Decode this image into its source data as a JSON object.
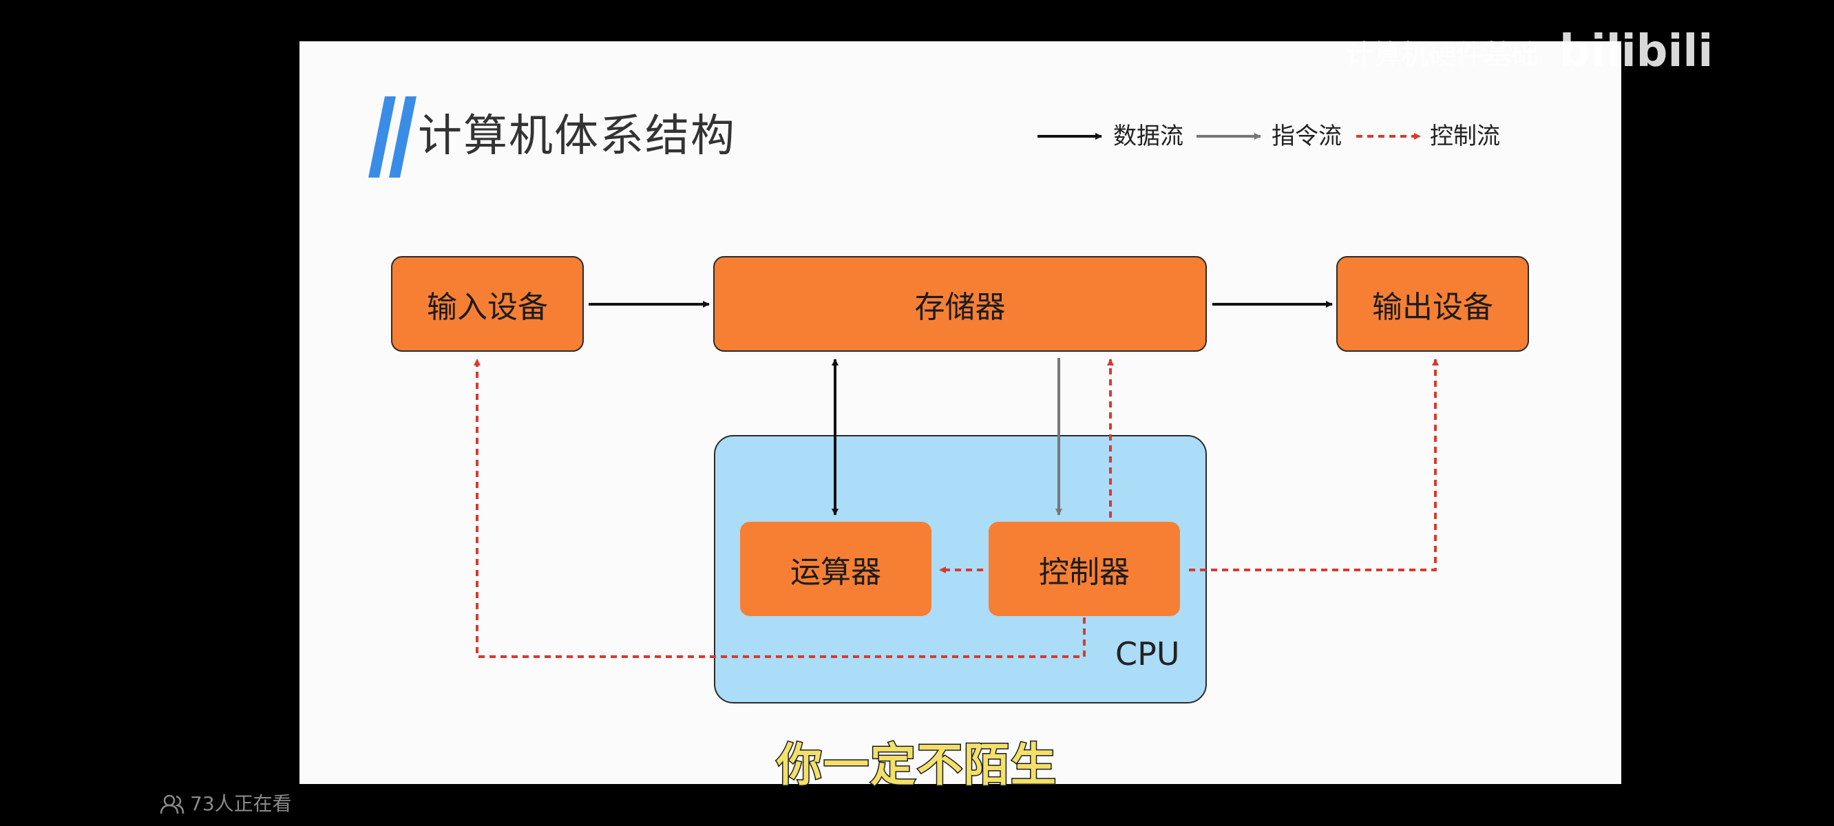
{
  "slide": {
    "title": "计算机体系结构",
    "legend": {
      "data_flow": "数据流",
      "instruction_flow": "指令流",
      "control_flow": "控制流"
    },
    "boxes": {
      "input": "输入设备",
      "memory": "存储器",
      "output": "输出设备",
      "alu": "运算器",
      "controller": "控制器"
    },
    "cpu_label": "CPU"
  },
  "subtitle": "你一定不陌生",
  "overlay": {
    "watermark": "计算机硬件基础",
    "logo": "bilibili",
    "viewers": "73人正在看"
  },
  "colors": {
    "box": "#f67f34",
    "cpu": "#abdcf8",
    "data_arrow": "#111111",
    "instruction_arrow": "#777777",
    "control_arrow": "#d83a2e",
    "title_accent": "#3a8de6"
  }
}
